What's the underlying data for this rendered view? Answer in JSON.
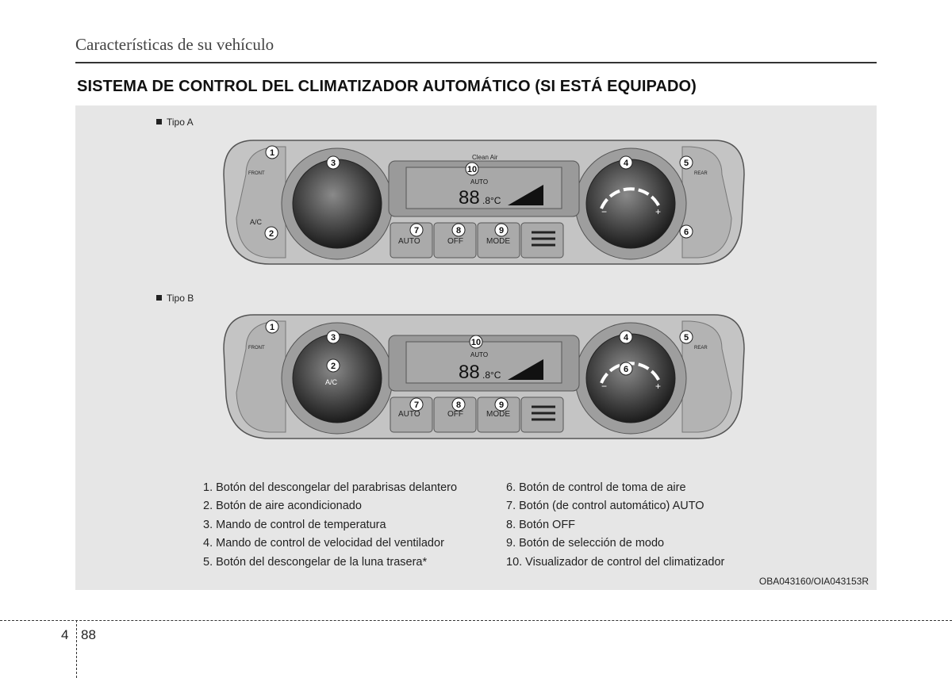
{
  "header": {
    "title": "Características de su vehículo"
  },
  "section": {
    "title": "SISTEMA DE CONTROL DEL CLIMATIZADOR AUTOMÁTICO (SI ESTÁ EQUIPADO)"
  },
  "figure": {
    "tipo_a": "Tipo A",
    "tipo_b": "Tipo B",
    "code": "OBA043160/OIA043153R",
    "panel": {
      "clean_air": "Clean Air",
      "front": "FRONT",
      "rear": "REAR",
      "ac": "A/C",
      "auto_btn": "AUTO",
      "off_btn": "OFF",
      "mode_btn": "MODE",
      "display_auto": "AUTO",
      "display_temp": "88",
      "display_unit": ".8°C",
      "minus": "−",
      "plus": "+"
    },
    "callouts": [
      "1",
      "2",
      "3",
      "4",
      "5",
      "6",
      "7",
      "8",
      "9",
      "10"
    ]
  },
  "legend": {
    "left": [
      "1. Botón del descongelar del parabrisas delantero",
      "2. Botón de aire acondicionado",
      "3. Mando de control de temperatura",
      "4. Mando de control de velocidad del ventilador",
      "5. Botón del descongelar de la luna trasera*"
    ],
    "right": [
      "6. Botón de control de toma de aire",
      "7. Botón (de control automático) AUTO",
      "8. Botón OFF",
      "9. Botón de selección de modo",
      "10. Visualizador de control del climatizador"
    ]
  },
  "page": {
    "chapter": "4",
    "number": "88"
  }
}
